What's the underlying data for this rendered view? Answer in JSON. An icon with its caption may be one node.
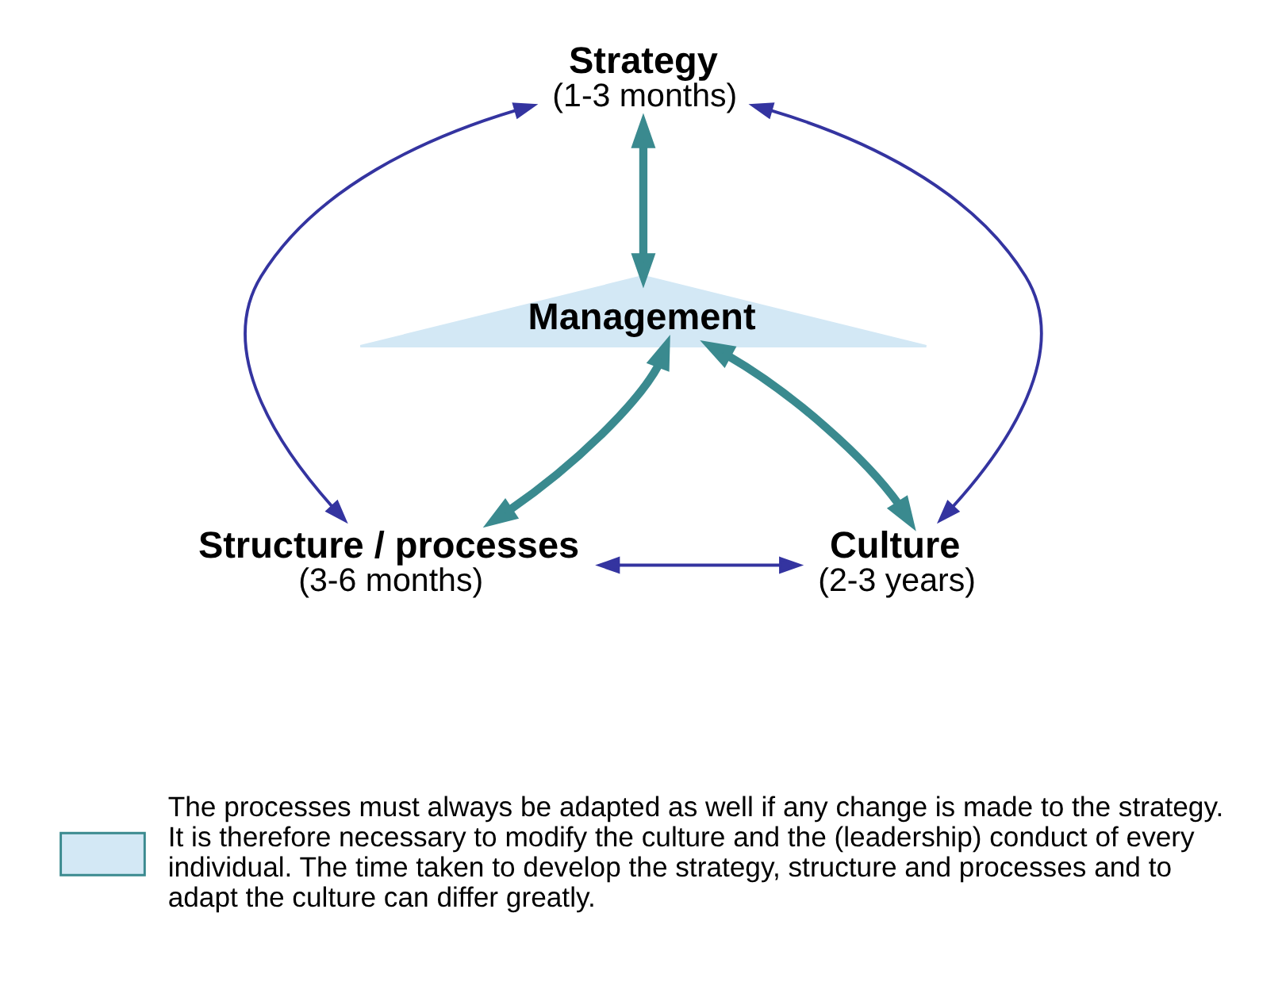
{
  "diagram": {
    "nodes": [
      {
        "text": [
          "Strategy",
          "(1-3 months)"
        ]
      },
      {
        "text": [
          "Management"
        ]
      },
      {
        "text": [
          "Structure / processes",
          "(3-6 months)"
        ]
      },
      {
        "text": [
          "Culture",
          "(2-3 years)"
        ]
      }
    ],
    "edges": [
      {
        "from": 0,
        "to": 1,
        "arrow": "both",
        "style": "thick"
      },
      {
        "from": 2,
        "to": 1,
        "arrow": "both",
        "style": "thick"
      },
      {
        "from": 3,
        "to": 1,
        "arrow": "both",
        "style": "thick"
      },
      {
        "from": 0,
        "to": 2,
        "arrow": "both",
        "color": "#3434a0"
      },
      {
        "from": 0,
        "to": 3,
        "arrow": "both",
        "color": "#3434a0"
      },
      {
        "from": 2,
        "to": 3,
        "arrow": "both",
        "color": "#3434a0"
      }
    ],
    "legend": [
      {
        "text": "The processes must always be adapted as well if any change is made to the strategy. It is therefore necessary to modify the culture and the (leadership) conduct of every individual. The time taken to develop the strategy, structure and processes and to adapt the culture can differ greatly.",
        "color": "#d3e8f5"
      }
    ]
  }
}
